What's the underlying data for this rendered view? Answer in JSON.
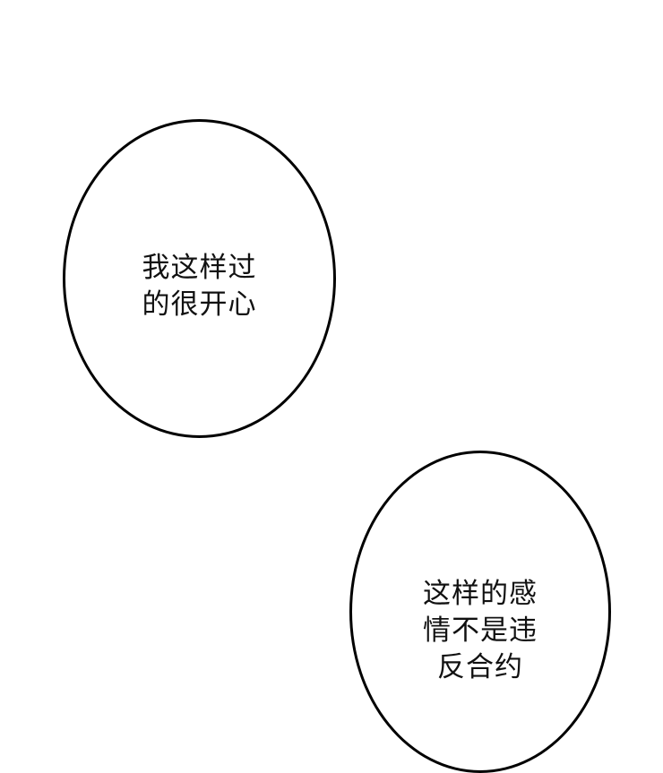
{
  "panel": {
    "background": "#ffffff",
    "bubbles": [
      {
        "shape": "oval",
        "border_color": "#000000",
        "lines": [
          "我这样过",
          "的很开心"
        ]
      },
      {
        "shape": "oval",
        "border_color": "#000000",
        "lines": [
          "这样的感",
          "情不是违",
          "反合约"
        ]
      }
    ]
  }
}
